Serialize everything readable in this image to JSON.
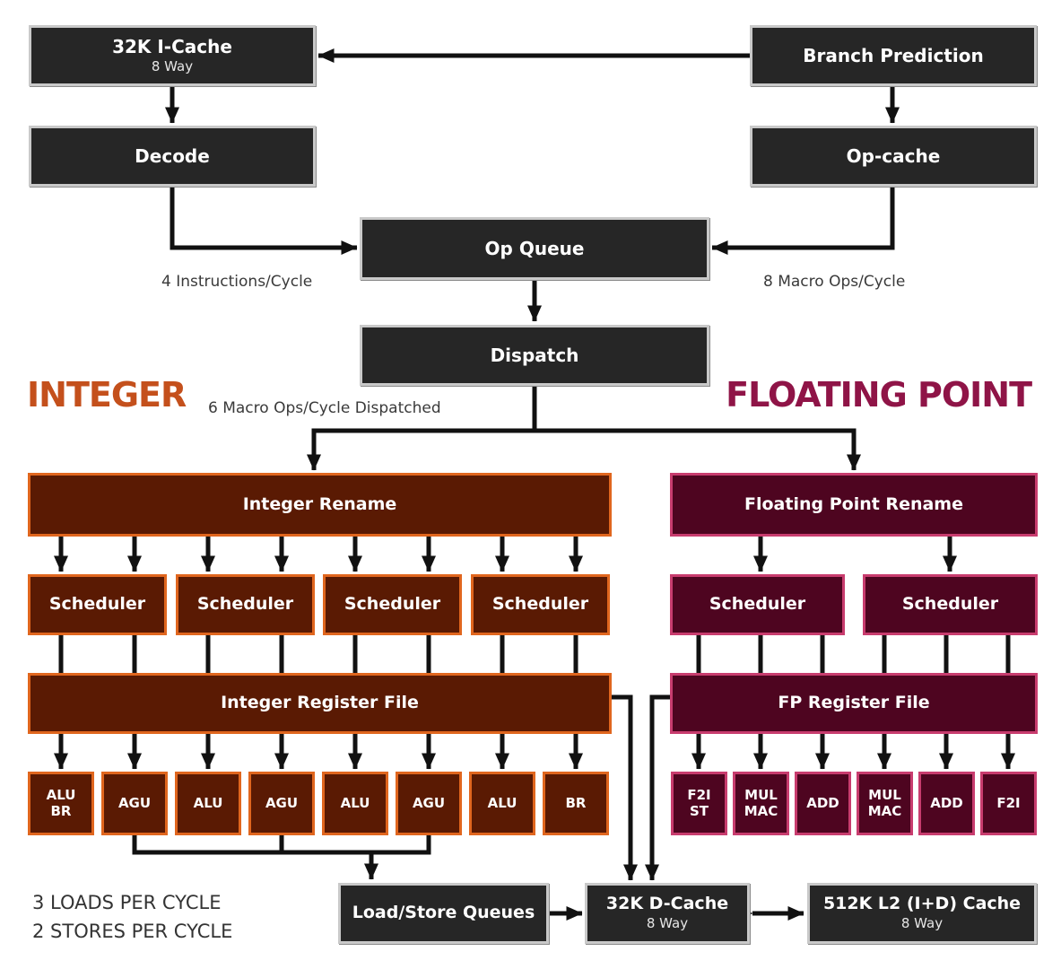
{
  "headings": {
    "integer": "INTEGER",
    "floating_point": "FLOATING POINT"
  },
  "colors": {
    "integer": "#c4501c",
    "floating_point": "#8f1447",
    "dark_box": "#262626",
    "arrow": "#111111"
  },
  "front_end": {
    "icache": {
      "title": "32K I-Cache",
      "sub": "8 Way"
    },
    "branch_prediction": "Branch Prediction",
    "decode": "Decode",
    "op_cache": "Op-cache",
    "op_queue": "Op Queue",
    "dispatch": "Dispatch"
  },
  "labels": {
    "decode_rate": "4 Instructions/Cycle",
    "opcache_rate": "8 Macro Ops/Cycle",
    "dispatch_rate": "6 Macro Ops/Cycle Dispatched"
  },
  "integer": {
    "rename": "Integer Rename",
    "schedulers": [
      "Scheduler",
      "Scheduler",
      "Scheduler",
      "Scheduler"
    ],
    "register_file": "Integer Register File",
    "units": [
      [
        "ALU",
        "BR"
      ],
      [
        "AGU"
      ],
      [
        "ALU"
      ],
      [
        "AGU"
      ],
      [
        "ALU"
      ],
      [
        "AGU"
      ],
      [
        "ALU"
      ],
      [
        "BR"
      ]
    ]
  },
  "floating_point": {
    "rename": "Floating Point Rename",
    "schedulers": [
      "Scheduler",
      "Scheduler"
    ],
    "register_file": "FP Register File",
    "units": [
      [
        "F2I",
        "ST"
      ],
      [
        "MUL",
        "MAC"
      ],
      [
        "ADD"
      ],
      [
        "MUL",
        "MAC"
      ],
      [
        "ADD"
      ],
      [
        "F2I"
      ]
    ]
  },
  "memory": {
    "load_store": "Load/Store Queues",
    "dcache": {
      "title": "32K D-Cache",
      "sub": "8 Way"
    },
    "l2": {
      "title": "512K L2 (I+D) Cache",
      "sub": "8 Way"
    },
    "notes": [
      "3 LOADS PER CYCLE",
      "2 STORES PER CYCLE"
    ]
  }
}
